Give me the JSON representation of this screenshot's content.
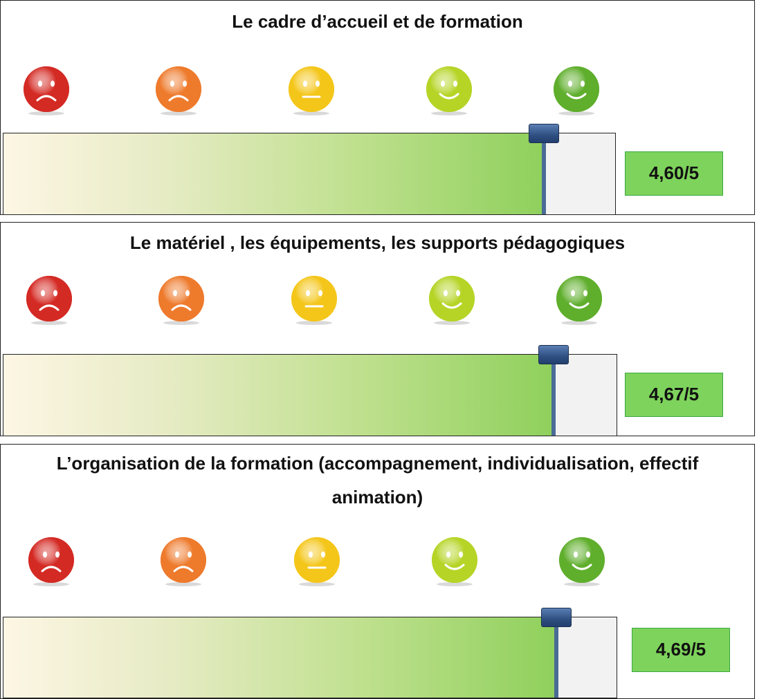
{
  "panels": [
    {
      "title_lines": [
        "Le cadre d’accueil et de formation"
      ],
      "score": "4,60/5",
      "value": 4.6
    },
    {
      "title_lines": [
        "Le matériel , les équipements, les supports pédagogiques"
      ],
      "score": "4,67/5",
      "value": 4.67
    },
    {
      "title_lines": [
        "L’organisation de la formation (accompagnement, individualisation, effectif",
        "animation)"
      ],
      "score": "4,69/5",
      "value": 4.69
    }
  ],
  "scale_max": 5,
  "faces": [
    {
      "name": "very-unhappy-face-icon",
      "color": "#d42a24",
      "mood": "sad"
    },
    {
      "name": "unhappy-face-icon",
      "color": "#ee7a2c",
      "mood": "sad"
    },
    {
      "name": "neutral-face-icon",
      "color": "#f4c61a",
      "mood": "neutral"
    },
    {
      "name": "happy-face-icon",
      "color": "#b5d426",
      "mood": "happy"
    },
    {
      "name": "very-happy-face-icon",
      "color": "#5fae2c",
      "mood": "happy"
    }
  ]
}
